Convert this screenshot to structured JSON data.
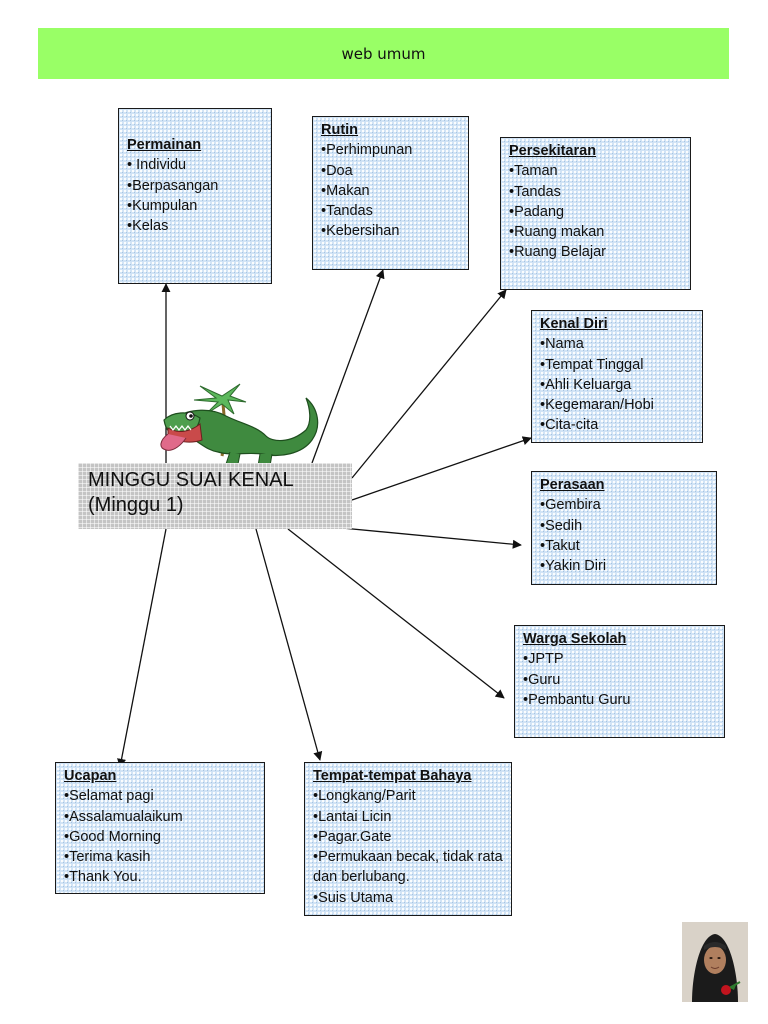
{
  "header": {
    "title": "web umum"
  },
  "center": {
    "line1": "MINGGU SUAI KENAL",
    "line2": "(Minggu 1)"
  },
  "boxes": {
    "permainan": {
      "title": "Permainan",
      "items": [
        "• Individu",
        "•Berpasangan",
        "•Kumpulan",
        "•Kelas"
      ]
    },
    "rutin": {
      "title": "Rutin",
      "items": [
        "•Perhimpunan",
        "•Doa",
        "•Makan",
        "•Tandas",
        "•Kebersihan"
      ]
    },
    "persekitaran": {
      "title": "Persekitaran",
      "items": [
        "•Taman",
        "•Tandas",
        "•Padang",
        "•Ruang makan",
        "•Ruang Belajar"
      ]
    },
    "kenal_diri": {
      "title": "Kenal Diri",
      "items": [
        "•Nama",
        "•Tempat Tinggal",
        "•Ahli Keluarga",
        "•Kegemaran/Hobi",
        "•Cita-cita"
      ]
    },
    "perasaan": {
      "title": "Perasaan",
      "items": [
        "•Gembira",
        "•Sedih",
        "•Takut",
        "•Yakin Diri"
      ]
    },
    "warga_sekolah": {
      "title": "Warga Sekolah",
      "items": [
        "•JPTP",
        "•Guru",
        "•Pembantu Guru"
      ]
    },
    "ucapan": {
      "title": "Ucapan",
      "items": [
        "•Selamat pagi",
        "•Assalamualaikum",
        "•Good Morning",
        "•Terima kasih",
        "•Thank You."
      ]
    },
    "tempat_bahaya": {
      "title": "Tempat-tempat Bahaya",
      "items": [
        "•Longkang/Parit",
        "•Lantai Licin",
        "•Pagar.Gate",
        "•Permukaan becak, tidak rata dan berlubang.",
        "•Suis Utama"
      ]
    }
  },
  "colors": {
    "banner": "#99ff66",
    "box": "#cfe2f5",
    "central": "#c4c4c4",
    "crocodile": "#3f8a3f"
  },
  "icons": {
    "mascot": "crocodile-icon",
    "photo": "teacher-photo"
  }
}
